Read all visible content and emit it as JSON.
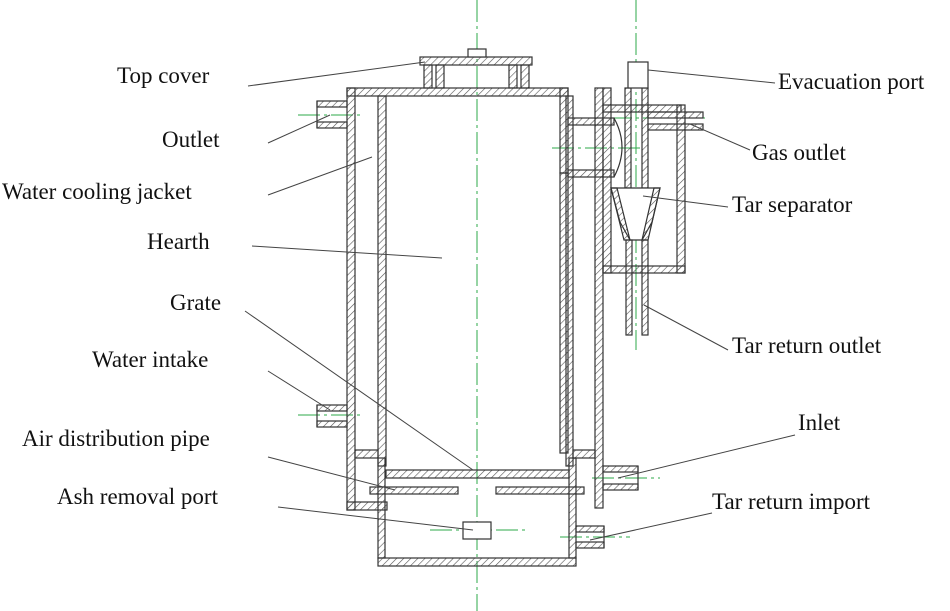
{
  "labels": {
    "top_cover": "Top cover",
    "outlet": "Outlet",
    "water_cooling_jacket": "Water cooling jacket",
    "hearth": "Hearth",
    "grate": "Grate",
    "water_intake": "Water intake",
    "air_distribution_pipe": "Air distribution pipe",
    "ash_removal_port": "Ash removal port",
    "evacuation_port": "Evacuation port",
    "gas_outlet": "Gas outlet",
    "tar_separator": "Tar separator",
    "tar_return_outlet": "Tar return outlet",
    "inlet": "Inlet",
    "tar_return_import": "Tar return import"
  },
  "colors": {
    "line": "#333333",
    "centerline": "#2ea84a",
    "hatch": "#555555"
  }
}
